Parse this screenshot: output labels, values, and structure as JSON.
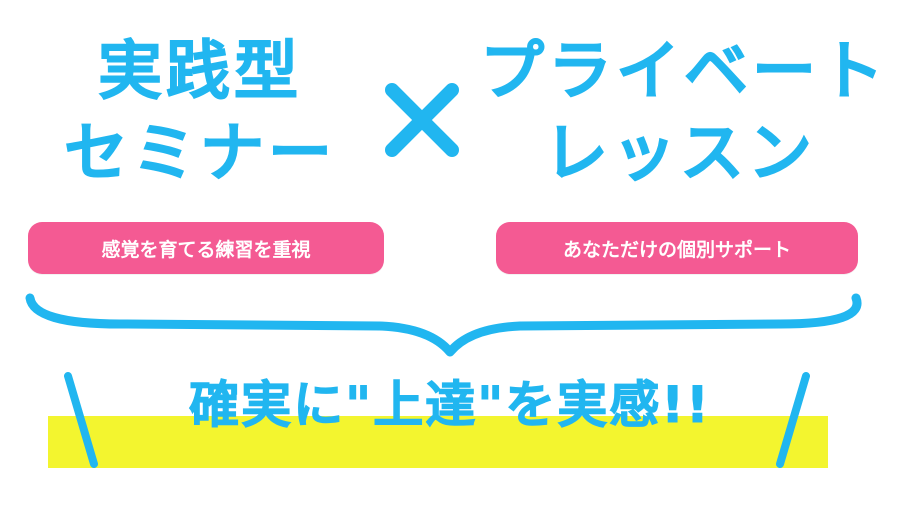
{
  "left": {
    "line1": "実践型",
    "line2": "セミナー",
    "tag": "感覚を育てる練習を重視"
  },
  "right": {
    "line1": "プライベート",
    "line2": "レッスン",
    "tag": "あなただけの個別サポート"
  },
  "tagline": "確実に\"上達\"を実感!!",
  "icons": {
    "separator": "times-icon",
    "brace": "curly-brace-icon"
  },
  "colors": {
    "primary_blue": "#21b6f0",
    "pink": "#f45a93",
    "yellow": "#f3f52f"
  }
}
